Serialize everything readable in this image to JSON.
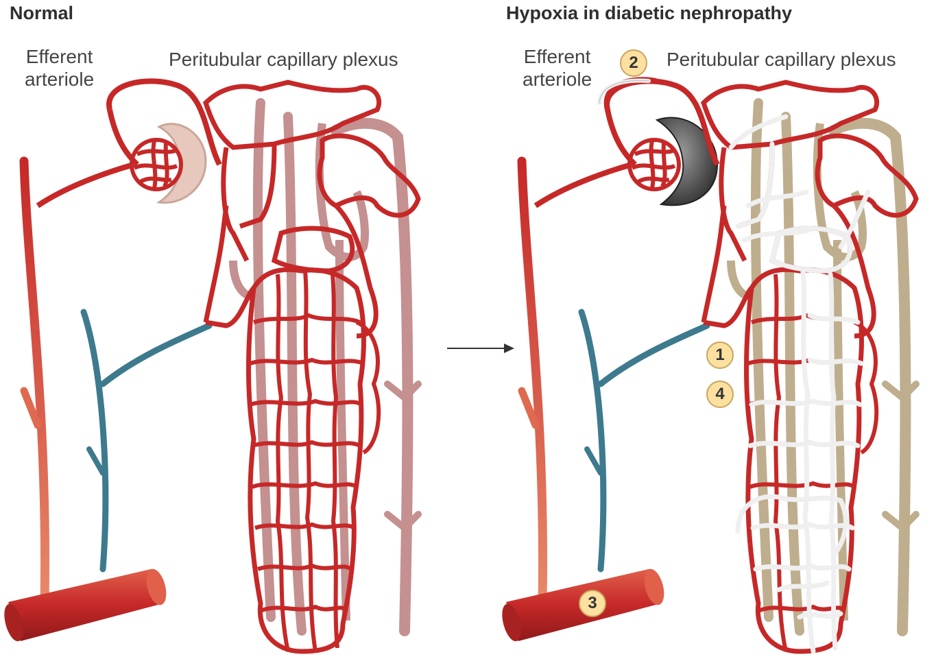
{
  "panels": {
    "left": {
      "title": "Normal",
      "efferent_label_line1": "Efferent",
      "efferent_label_line2": "arteriole",
      "plexus_label": "Peritubular capillary plexus"
    },
    "right": {
      "title": "Hypoxia in diabetic nephropathy",
      "efferent_label_line1": "Efferent",
      "efferent_label_line2": "arteriole",
      "plexus_label": "Peritubular capillary plexus"
    }
  },
  "markers": [
    "1",
    "2",
    "3",
    "4"
  ],
  "colors": {
    "capillary_red": "#c62828",
    "rarefied_capillary": "#efefef",
    "artery_red": "#d84a3a",
    "vein_blue": "#3d7a8e",
    "tubule_normal": "#c49090",
    "tubule_hypoxic": "#bfae8e",
    "bowman_normal": "#e6c8bc",
    "bowman_hypoxic": "#555555",
    "badge_fill": "#fbe0a0"
  },
  "icons": [
    "arrow-right-icon"
  ]
}
